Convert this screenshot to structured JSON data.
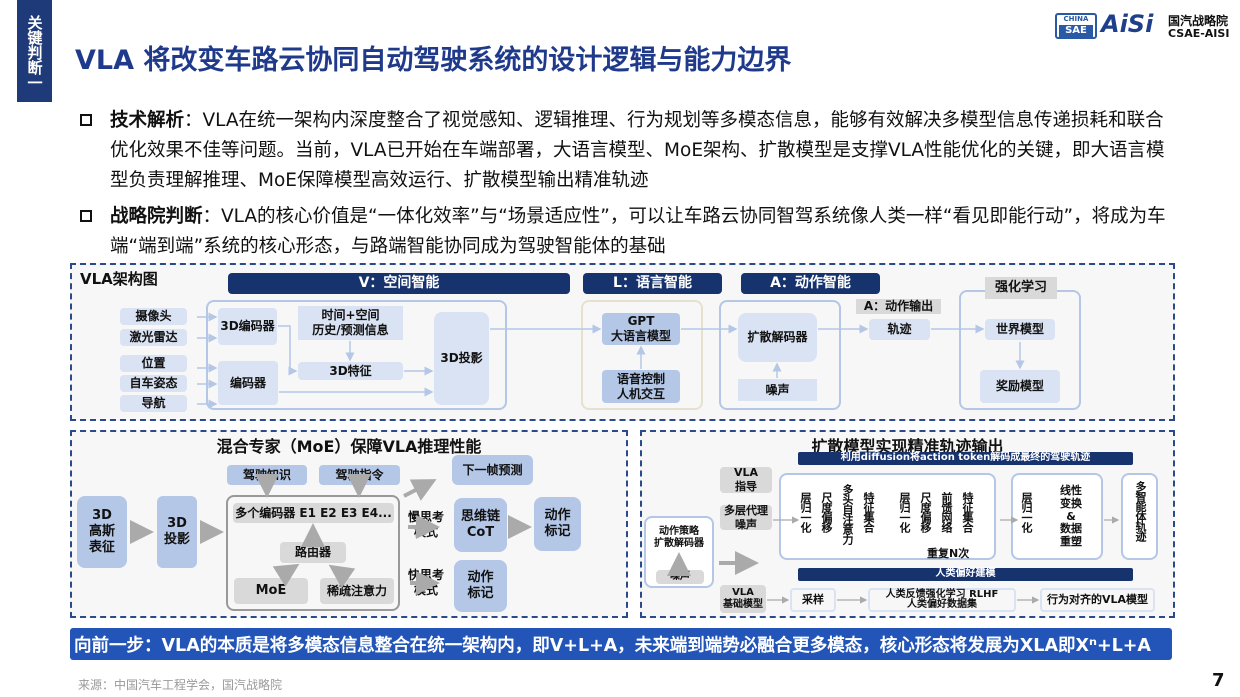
{
  "tab_label": "关键判断一",
  "title": "VLA 将改变车路云协同自动驾驶系统的设计逻辑与能力边界",
  "logo": {
    "badge_top": "CHINA",
    "badge_bottom": "SAE",
    "brand": "AiSi",
    "org_cn": "国汽战略院",
    "org_en": "CSAE-AISI"
  },
  "bullets": [
    {
      "label": "技术解析",
      "text": "：VLA在统一架构内深度整合了视觉感知、逻辑推理、行为规划等多模态信息，能够有效解决多模型信息传递损耗和联合优化效果不佳等问题。当前，VLA已开始在车端部署，大语言模型、MoE架构、扩散模型是支撑VLA性能优化的关键，即大语言模型负责理解推理、MoE保障模型高效运行、扩散模型输出精准轨迹"
    },
    {
      "label": "战略院判断",
      "text": "：VLA的核心价值是“一体化效率”与“场景适应性”，可以让车路云协同智驾系统像人类一样“看见即能行动”，将成为车端“端到端”系统的核心形态，与路端智能协同成为驾驶智能体的基础"
    }
  ],
  "vla": {
    "label": "VLA架构图",
    "v_header": "V：空间智能",
    "l_header": "L：语言智能",
    "a_header": "A：动作智能",
    "inputs": [
      "摄像头",
      "激光雷达",
      "位置",
      "自车姿态",
      "导航"
    ],
    "enc3d": "3D编码器",
    "timespace": "时间+空间\n历史/预测信息",
    "feat3d": "3D特征",
    "encoder": "编码器",
    "proj3d": "3D投影",
    "gpt": "GPT\n大语言模型",
    "voice": "语音控制\n人机交互",
    "diffdec": "扩散解码器",
    "noise": "噪声",
    "action_out": "A：动作输出",
    "trajectory": "轨迹",
    "rl": "强化学习",
    "world": "世界模型",
    "reward": "奖励模型"
  },
  "moe": {
    "title": "混合专家（MoE）保障VLA推理性能",
    "gauss": "3D\n高斯\n表征",
    "proj": "3D\n投影",
    "knowledge": "驾驶知识",
    "instruction": "驾驶指令",
    "encoders": "多个编码器 E1 E2 E3 E4...",
    "router": "路由器",
    "moe": "MoE",
    "sparse": "稀疏注意力",
    "next_frame": "下一帧预测",
    "slow": "慢思考\n模式",
    "fast": "快思考\n模式",
    "cot": "思维链\nCoT",
    "action_token": "动作\n标记",
    "action_token2": "动作\n标记"
  },
  "diff": {
    "title": "扩散模型实现精准轨迹输出",
    "subtitle": "利用diffusion将action token解码成最终的驾驶轨迹",
    "vla_guide": "VLA\n指导",
    "multi_noise": "多层代理\n噪声",
    "cols1": [
      "层归一化",
      "尺度偏移",
      "多头自注意力",
      "特征集合"
    ],
    "cols2": [
      "层归一化",
      "尺度偏移",
      "前馈网络",
      "特征集合"
    ],
    "repeat": "重复N次",
    "layer_norm": "层归一化",
    "linear": "线性\n变换\n&\n数据\n重塑",
    "multi_agent": "多智能体轨迹",
    "policy": "动作策略\n扩散解码器",
    "noise": "噪声",
    "pref": "人类偏好建模",
    "base": "VLA\n基础模型",
    "sample": "采样",
    "rlhf": "人类反馈强化学习 RLHF\n人类偏好数据集",
    "aligned": "行为对齐的VLA模型"
  },
  "banner": "向前一步：VLA的本质是将多模态信息整合在统一架构内，即V+L+A，未来端到端势必融合更多模态，核心形态将发展为XLA即Xⁿ+L+A",
  "source": "来源：中国汽车工程学会，国汽战略院",
  "page_number": "7",
  "colors": {
    "navy": "#17336e",
    "accent": "#2355b8",
    "light_box": "#dae3f3",
    "mid_box": "#b4c7e7",
    "gray_box": "#d9d9d9"
  }
}
